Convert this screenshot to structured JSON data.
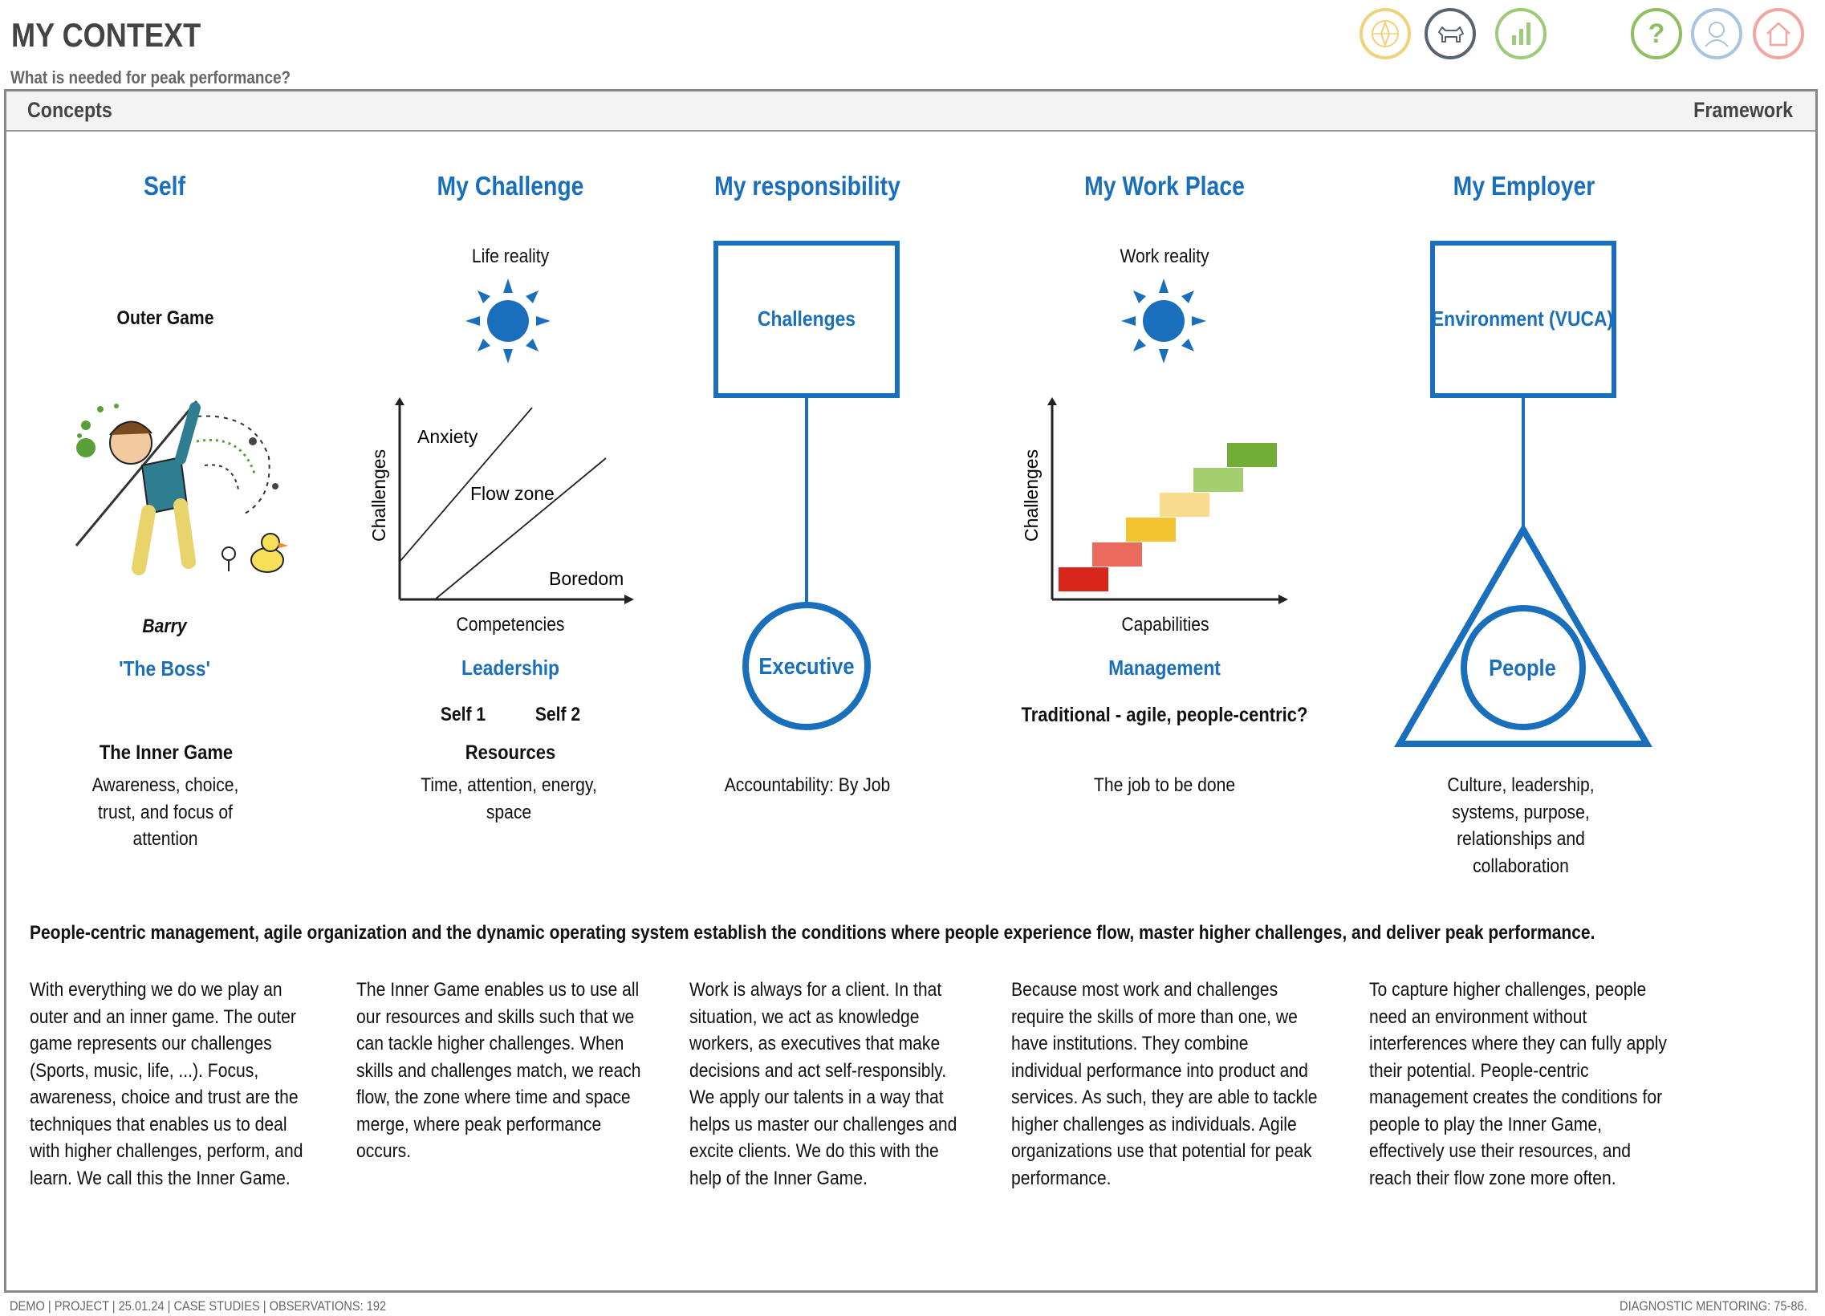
{
  "header": {
    "title": "MY CONTEXT",
    "subtitle": "What is needed for peak performance?"
  },
  "nav_icons": [
    {
      "name": "compass-icon",
      "color": "#f0d27a"
    },
    {
      "name": "dog-icon",
      "color": "#5a6470"
    },
    {
      "name": "bar-chart-icon",
      "color": "#9ccb7a"
    },
    {
      "name": "help-icon",
      "color": "#8fbf5f",
      "label": "?"
    },
    {
      "name": "user-icon",
      "color": "#a8c4e0"
    },
    {
      "name": "home-icon",
      "color": "#f2a6a0"
    }
  ],
  "bar": {
    "left": "Concepts",
    "right": "Framework"
  },
  "columns": {
    "self": {
      "title": "Self",
      "outer_game": "Outer Game",
      "name": "Barry",
      "role": "'The Boss'",
      "inner_game": "The Inner Game",
      "desc": [
        "Awareness, choice,",
        "trust, and focus of",
        "attention"
      ]
    },
    "challenge": {
      "title": "My Challenge",
      "reality": "Life reality",
      "chart_ylabel": "Challenges",
      "chart_anxiety": "Anxiety",
      "chart_flow": "Flow zone",
      "chart_boredom": "Boredom",
      "chart_xlabel": "Competencies",
      "role": "Leadership",
      "self1": "Self 1",
      "self2": "Self 2",
      "resources": "Resources",
      "desc": [
        "Time, attention, energy,",
        "space"
      ]
    },
    "responsibility": {
      "title": "My responsibility",
      "box": "Challenges",
      "circle": "Executive",
      "desc": [
        "Accountability: By Job"
      ]
    },
    "workplace": {
      "title": "My Work Place",
      "reality": "Work reality",
      "chart_ylabel": "Challenges",
      "chart_xlabel": "Capabilities",
      "role": "Management",
      "question": "Traditional - agile, people-centric?",
      "desc": [
        "The job to be done"
      ],
      "step_colors": [
        "#d9261c",
        "#ea6a5e",
        "#f4c430",
        "#f9db8e",
        "#a3cf6e",
        "#72ad3a"
      ]
    },
    "employer": {
      "title": "My Employer",
      "box": "Environment (VUCA)",
      "circle": "People",
      "desc": [
        "Culture, leadership,",
        "systems, purpose,",
        "relationships and",
        "collaboration"
      ]
    }
  },
  "summary": "People-centric management, agile organization and the dynamic operating system establish the conditions where people experience flow, master higher challenges, and deliver peak performance.",
  "paragraphs": [
    [
      "With everything we do we play an",
      "outer and an inner game. The outer",
      "game represents our challenges",
      "(Sports, music, life, ...).  Focus,",
      "awareness, choice and trust are the",
      "techniques that enables us to deal",
      "with higher challenges, perform, and",
      "learn. We call this the Inner Game."
    ],
    [
      "The Inner Game enables us to use all",
      "our resources and skills such that we",
      "can tackle higher challenges. When",
      "skills and challenges match, we reach",
      "flow, the zone where time and space",
      "merge, where peak performance",
      "occurs."
    ],
    [
      "Work is always for a client. In that",
      "situation, we act as knowledge",
      "workers, as executives that make",
      "decisions and act self-responsibly.",
      "We apply our talents in a way that",
      "helps us master our challenges and",
      "excite clients. We do this with the",
      "help of the Inner Game."
    ],
    [
      "Because most work and challenges",
      "require the skills of more than one, we",
      "have institutions. They combine",
      "individual performance into product and",
      "services. As such, they are able to tackle",
      "higher challenges as individuals. Agile",
      "organizations use that potential for peak",
      "performance."
    ],
    [
      "To capture higher challenges, people",
      "need an environment without",
      "interferences where they can fully apply",
      "their potential. People-centric",
      "management creates the conditions for",
      "people to play the Inner Game,",
      "effectively use their resources, and",
      "reach their flow zone more often."
    ]
  ],
  "footer": {
    "left": "DEMO  |  PROJECT  |  25.01.24  |  CASE STUDIES  |  OBSERVATIONS: 192",
    "right": "DIAGNOSTIC MENTORING: 75-86."
  }
}
